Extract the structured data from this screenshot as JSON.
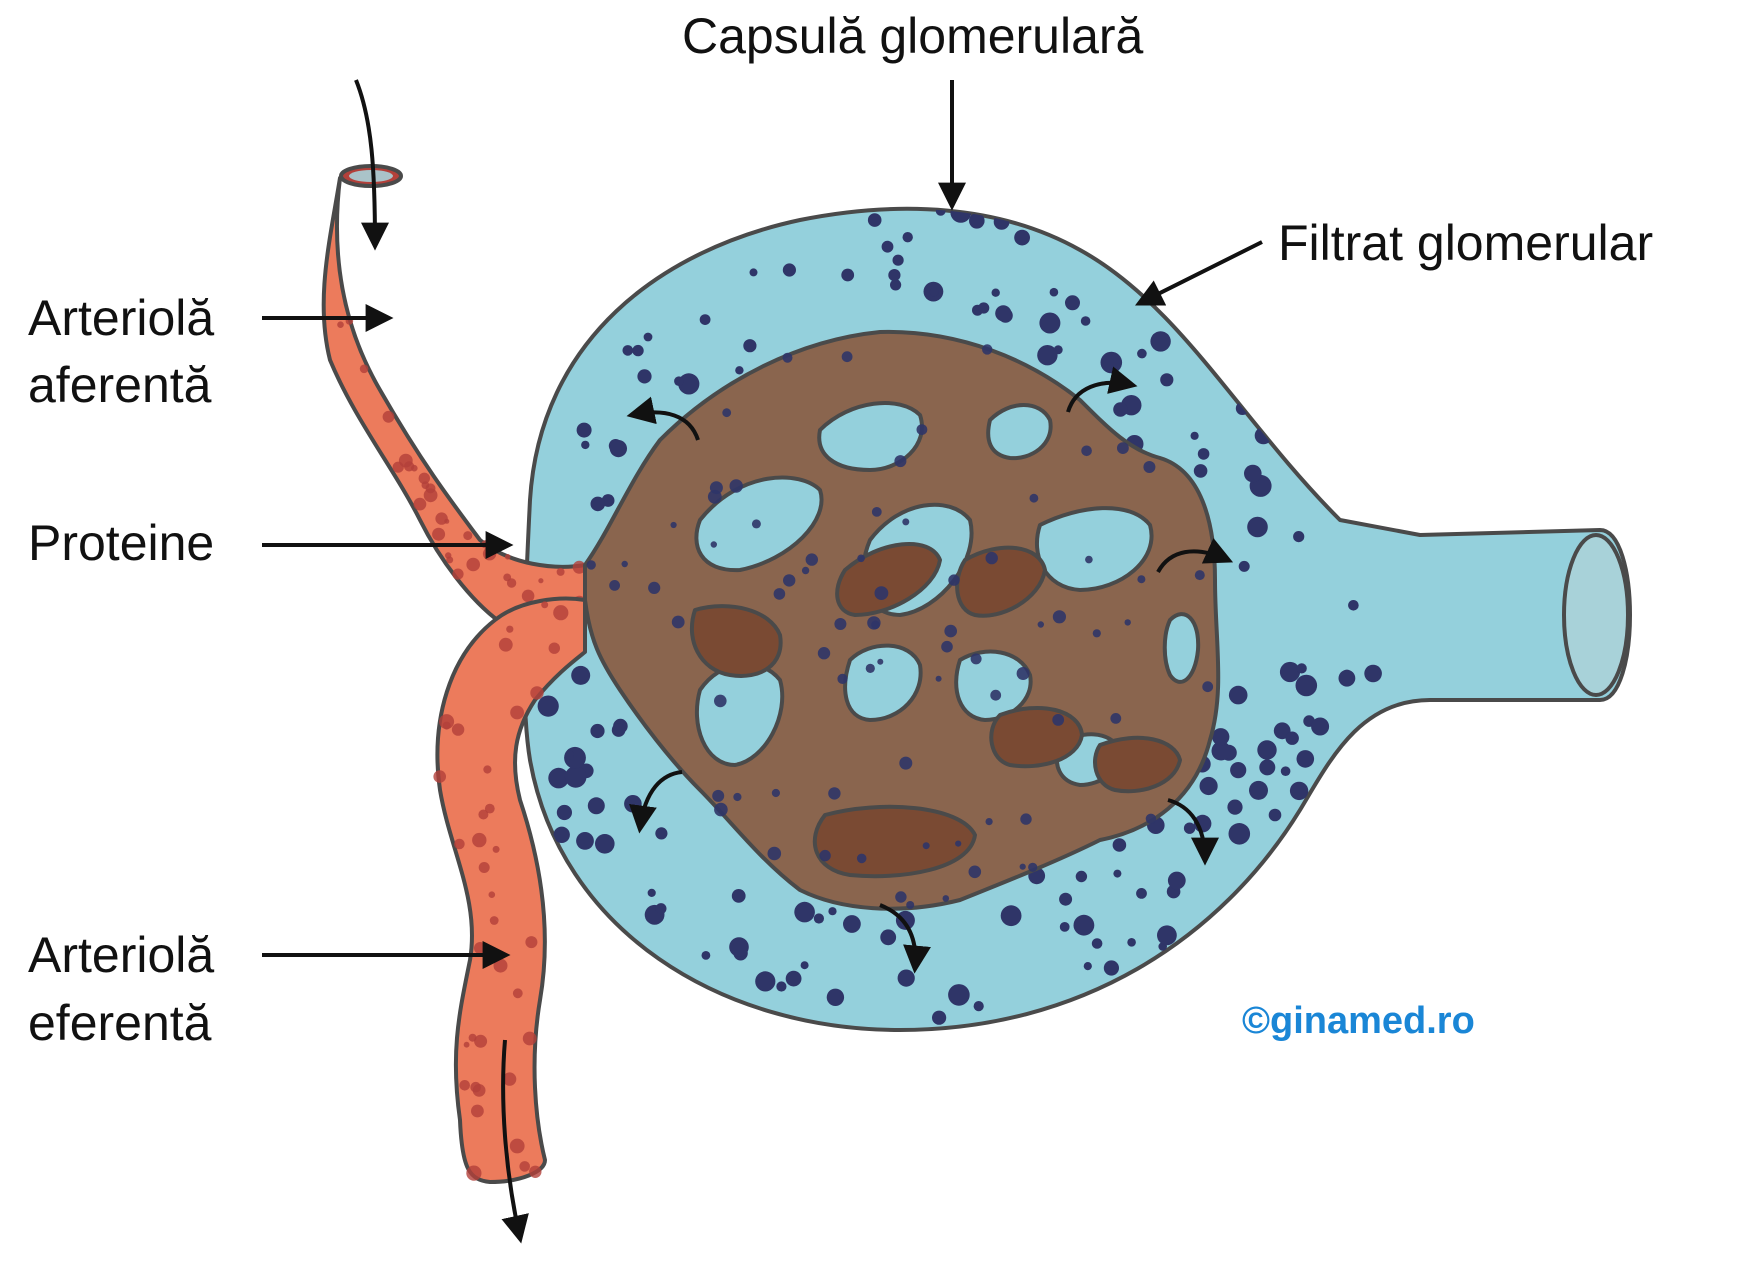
{
  "labels": {
    "capsule": "Capsulă glomerulară",
    "filtrate": "Filtrat glomerular",
    "afferent_line1": "Arteriolă",
    "afferent_line2": "aferentă",
    "proteins": "Proteine",
    "efferent_line1": "Arteriolă",
    "efferent_line2": "eferentă",
    "credit": "©ginamed.ro"
  },
  "colors": {
    "capsule_fill": "#94d0dc",
    "capillary_fill": "#8a654e",
    "capillary_dark": "#7a4a33",
    "arteriole_fill": "#ec7b5c",
    "arteriole_spot": "#b3403a",
    "protein_dot": "#2f3568",
    "credit": "#1a86d6",
    "tube_end": "#a8d2d9"
  }
}
